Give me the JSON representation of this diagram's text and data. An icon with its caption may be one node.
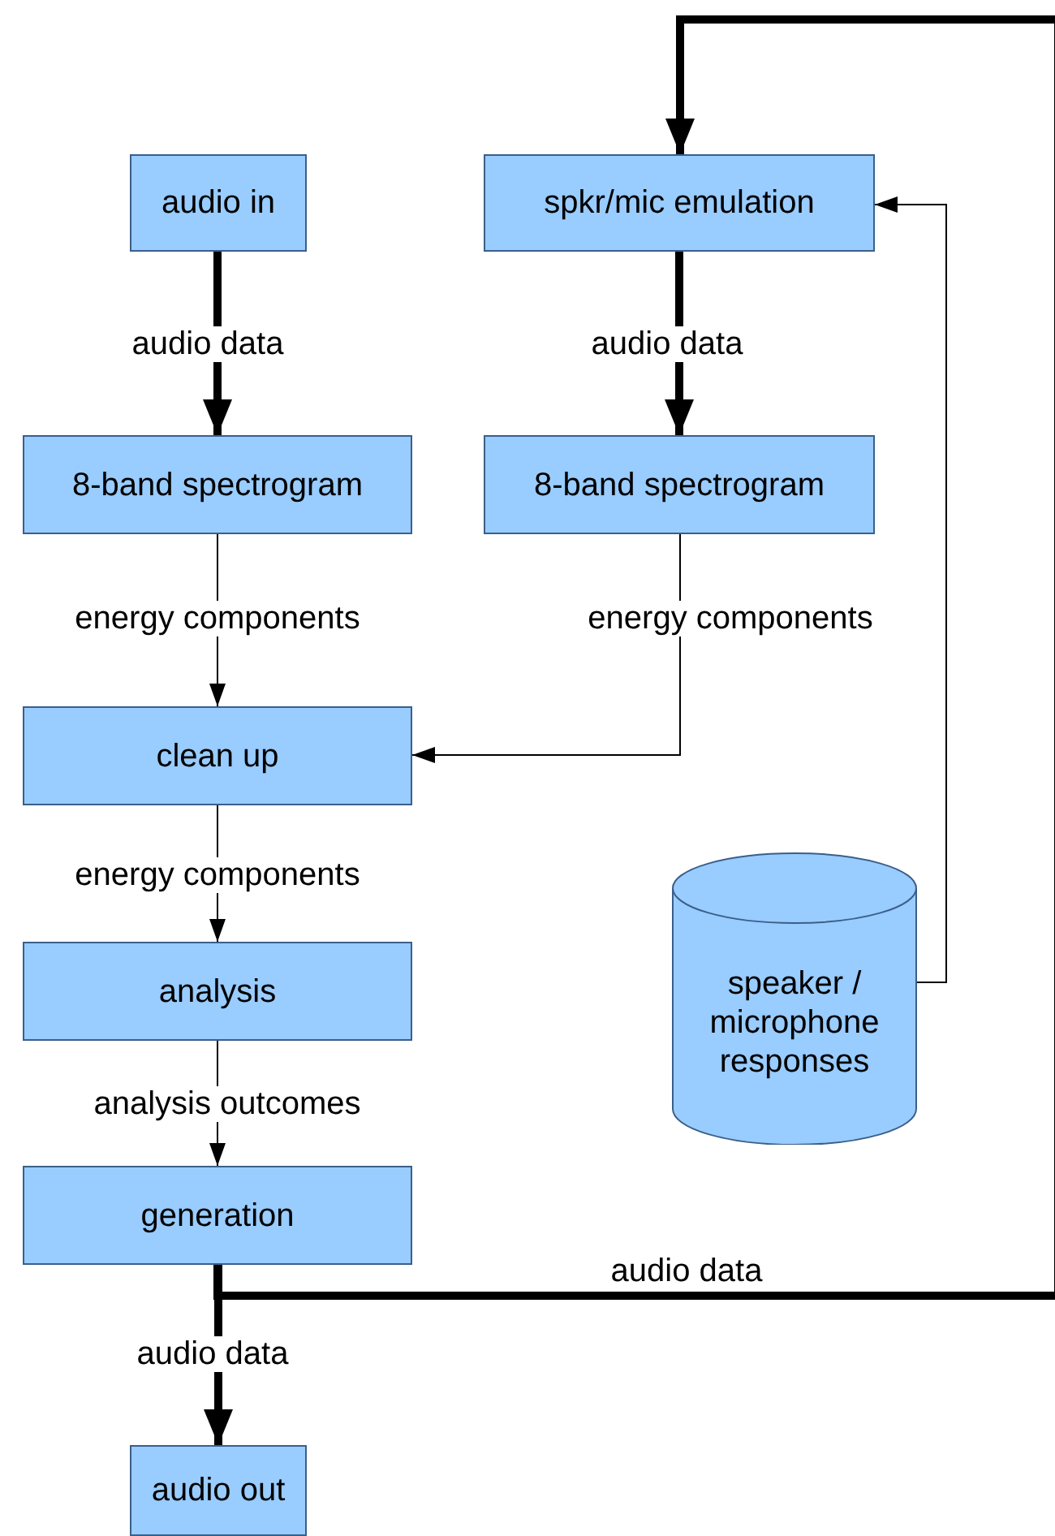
{
  "diagram": {
    "nodes": [
      {
        "text": [
          "audio in"
        ]
      },
      {
        "text": [
          "spkr/mic emulation"
        ]
      },
      {
        "text": [
          "8-band spectrogram"
        ]
      },
      {
        "text": [
          "8-band spectrogram"
        ]
      },
      {
        "text": [
          "clean up"
        ]
      },
      {
        "text": [
          "speaker / microphone responses"
        ]
      },
      {
        "text": [
          "analysis"
        ]
      },
      {
        "text": [
          "generation"
        ]
      },
      {
        "text": [
          "audio out"
        ]
      }
    ],
    "edges": [
      {
        "from": 0,
        "to": 2,
        "arrow": "to",
        "label": "audio data",
        "style": "thick"
      },
      {
        "from": 1,
        "to": 3,
        "arrow": "to",
        "label": "audio data",
        "style": "thick"
      },
      {
        "from": 2,
        "to": 4,
        "arrow": "to",
        "label": "energy components"
      },
      {
        "from": 3,
        "to": 4,
        "arrow": "to",
        "label": "energy components"
      },
      {
        "from": 4,
        "to": 6,
        "arrow": "to",
        "label": "energy components"
      },
      {
        "from": 6,
        "to": 7,
        "arrow": "to",
        "label": "analysis outcomes"
      },
      {
        "from": 7,
        "to": 8,
        "arrow": "to",
        "label": "audio data",
        "style": "thick"
      },
      {
        "from": 7,
        "to": 1,
        "arrow": "to",
        "label": "audio data",
        "style": "thick"
      },
      {
        "from": 5,
        "to": 1,
        "arrow": "to"
      }
    ]
  }
}
